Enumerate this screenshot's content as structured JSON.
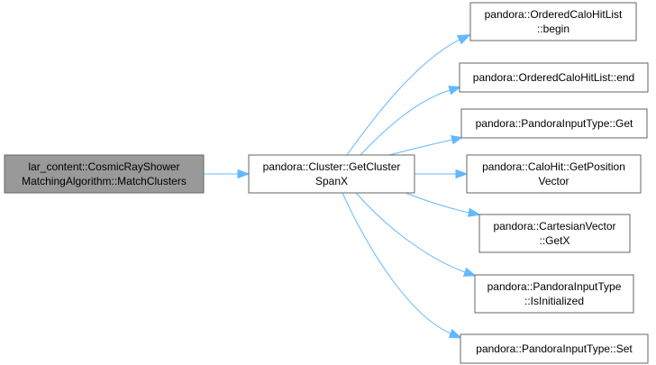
{
  "graph": {
    "nodes": [
      {
        "id": "match-clusters",
        "lines": [
          "lar_content::CosmicRayShower",
          "MatchingAlgorithm::MatchClusters"
        ],
        "fill": "#999999"
      },
      {
        "id": "get-cluster-spanx",
        "lines": [
          "pandora::Cluster::GetCluster",
          "SpanX"
        ],
        "fill": "#ffffff"
      },
      {
        "id": "ordered-calo-hit-list-begin",
        "lines": [
          "pandora::OrderedCaloHitList",
          "::begin"
        ],
        "fill": "#ffffff"
      },
      {
        "id": "ordered-calo-hit-list-end",
        "lines": [
          "pandora::OrderedCaloHitList::end"
        ],
        "fill": "#ffffff"
      },
      {
        "id": "pandora-input-type-get",
        "lines": [
          "pandora::PandoraInputType::Get"
        ],
        "fill": "#ffffff"
      },
      {
        "id": "calo-hit-get-position-vector",
        "lines": [
          "pandora::CaloHit::GetPosition",
          "Vector"
        ],
        "fill": "#ffffff"
      },
      {
        "id": "cartesian-vector-getx",
        "lines": [
          "pandora::CartesianVector",
          "::GetX"
        ],
        "fill": "#ffffff"
      },
      {
        "id": "pandora-input-type-is-initialized",
        "lines": [
          "pandora::PandoraInputType",
          "::IsInitialized"
        ],
        "fill": "#ffffff"
      },
      {
        "id": "pandora-input-type-set",
        "lines": [
          "pandora::PandoraInputType::Set"
        ],
        "fill": "#ffffff"
      }
    ],
    "edges": [
      {
        "from": "match-clusters",
        "to": "get-cluster-spanx"
      },
      {
        "from": "get-cluster-spanx",
        "to": "ordered-calo-hit-list-begin"
      },
      {
        "from": "get-cluster-spanx",
        "to": "ordered-calo-hit-list-end"
      },
      {
        "from": "get-cluster-spanx",
        "to": "pandora-input-type-get"
      },
      {
        "from": "get-cluster-spanx",
        "to": "calo-hit-get-position-vector"
      },
      {
        "from": "get-cluster-spanx",
        "to": "cartesian-vector-getx"
      },
      {
        "from": "get-cluster-spanx",
        "to": "pandora-input-type-is-initialized"
      },
      {
        "from": "get-cluster-spanx",
        "to": "pandora-input-type-set"
      }
    ],
    "edge_color": "#63b8ff"
  }
}
